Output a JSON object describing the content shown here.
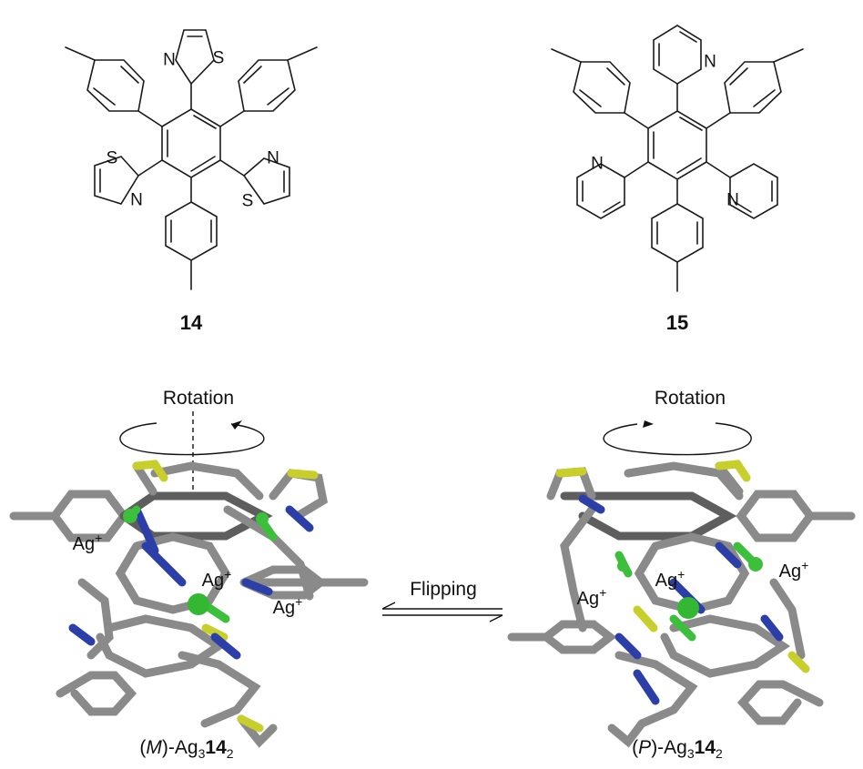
{
  "compounds": [
    {
      "label": "14",
      "heteroaryl": "thiazolyl",
      "atoms": [
        "N",
        "S",
        "S",
        "N",
        "S",
        "N"
      ]
    },
    {
      "label": "15",
      "heteroaryl": "pyridyl",
      "atoms": [
        "N",
        "N",
        "N"
      ]
    }
  ],
  "complexes": [
    {
      "rotation_label": "Rotation",
      "ion_label": "Ag",
      "ion_charge": "+",
      "caption_prefix": "(",
      "caption_stereo": "M",
      "caption_mid": ")-Ag",
      "caption_sub3": "3",
      "caption_bold": "14",
      "caption_sub2": "2"
    },
    {
      "rotation_label": "Rotation",
      "ion_label": "Ag",
      "ion_charge": "+",
      "caption_prefix": "(",
      "caption_stereo": "P",
      "caption_mid": ")-Ag",
      "caption_sub3": "3",
      "caption_bold": "14",
      "caption_sub2": "2"
    }
  ],
  "equilibrium_label": "Flipping",
  "colors": {
    "carbon": "#8a8a8a",
    "nitrogen": "#2c3fa8",
    "sulfur": "#c8cf2a",
    "silver": "#3cc03c"
  }
}
